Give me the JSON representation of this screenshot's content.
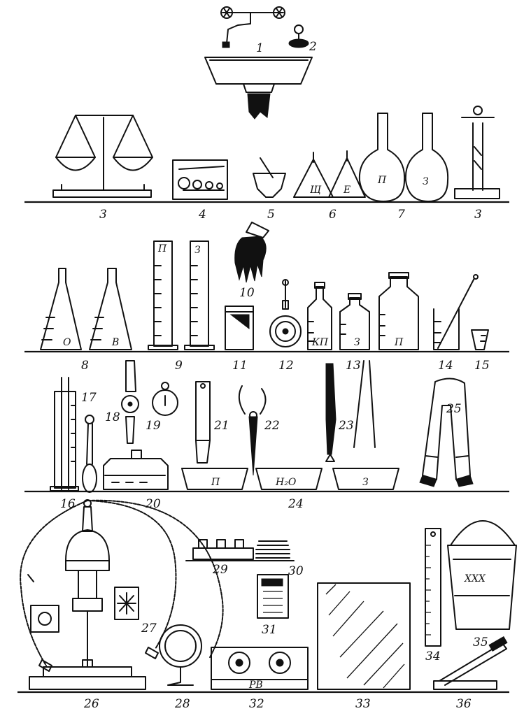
{
  "labels": {
    "n1": "1",
    "n2": "2",
    "n3a": "3",
    "n3b": "3",
    "n4": "4",
    "n5": "5",
    "n6": "6",
    "n7": "7",
    "n8": "8",
    "n9": "9",
    "n10": "10",
    "n11": "11",
    "n12": "12",
    "n13": "13",
    "n14": "14",
    "n15": "15",
    "n16": "16",
    "n17": "17",
    "n18": "18",
    "n19": "19",
    "n20": "20",
    "n21": "21",
    "n22": "22",
    "n23": "23",
    "n24": "24",
    "n25": "25",
    "n26": "26",
    "n27": "27",
    "n28": "28",
    "n29": "29",
    "n30": "30",
    "n31": "31",
    "n32": "32",
    "n33": "33",
    "n34": "34",
    "n35": "35",
    "n36": "36"
  },
  "tags": {
    "funnel_left": "Щ",
    "funnel_right": "Е",
    "flask_left": "П",
    "flask_right": "З",
    "conical_left": "О",
    "conical_right": "В",
    "cylinder_left": "П",
    "cylinder_right": "З",
    "bottle_left": "КП",
    "bottle_mid": "З",
    "bottle_right": "П",
    "basin_left": "П",
    "basin_mid": "H₂O",
    "basin_right": "З",
    "device_32": "РВ",
    "bucket": "XXX"
  }
}
